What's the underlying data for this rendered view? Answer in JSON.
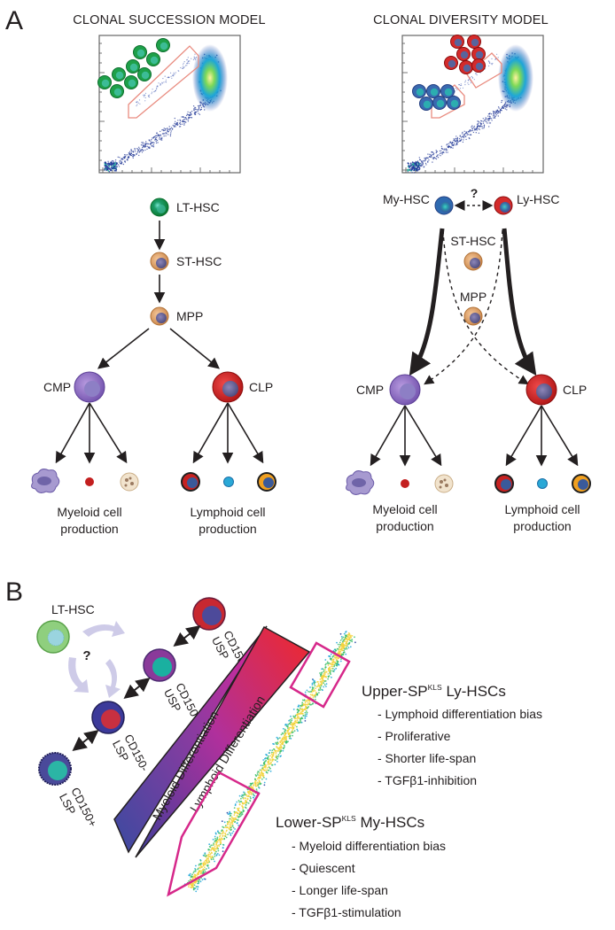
{
  "panels": {
    "a": "A",
    "b": "B"
  },
  "modelA": {
    "title": "CLONAL SUCCESSION MODEL",
    "nodes": {
      "lt": "LT-HSC",
      "st": "ST-HSC",
      "mpp": "MPP",
      "cmp": "CMP",
      "clp": "CLP"
    },
    "myeloid": [
      "Myeloid cell",
      "production"
    ],
    "lymphoid": [
      "Lymphoid cell",
      "production"
    ]
  },
  "modelB": {
    "title": "CLONAL DIVERSITY MODEL",
    "nodes": {
      "my": "My-HSC",
      "ly": "Ly-HSC",
      "question": "?",
      "st": "ST-HSC",
      "mpp": "MPP",
      "cmp": "CMP",
      "clp": "CLP"
    },
    "myeloid": [
      "Myeloid cell",
      "production"
    ],
    "lymphoid": [
      "Lymphoid cell",
      "production"
    ]
  },
  "panelB": {
    "lt": "LT-HSC",
    "question": "?",
    "pops": [
      [
        "CD150-",
        "USP"
      ],
      [
        "CD150+",
        "USP"
      ],
      [
        "CD150-",
        "LSP"
      ],
      [
        "CD150+",
        "LSP"
      ]
    ],
    "triangles": {
      "myeloid": "Myeloid Differentiation",
      "lymphoid": "Lymphoid Differentiation"
    },
    "upper": {
      "pre": "Upper-SP",
      "sup": "KLS",
      "post": " Ly-HSCs",
      "items": [
        "- Lymphoid differentiation bias",
        "- Proliferative",
        "- Shorter life-span",
        "- TGFβ1-inhibition"
      ]
    },
    "lower": {
      "pre": "Lower-SP",
      "sup": "KLS",
      "post": " My-HSCs",
      "items": [
        "- Myeloid differentiation bias",
        "- Quiescent",
        "- Longer life-span",
        "- TGFβ1-stimulation"
      ]
    }
  },
  "colors": {
    "lt_hsc": "#22a04a",
    "my_hsc": "#4a6fb5",
    "ly_hsc": "#d42b2b",
    "progenitor": "#d4935b",
    "cmp": "#8b6bbf",
    "clp": "#cc2020",
    "gate": "#e98c80",
    "magenta": "#d6288a"
  }
}
